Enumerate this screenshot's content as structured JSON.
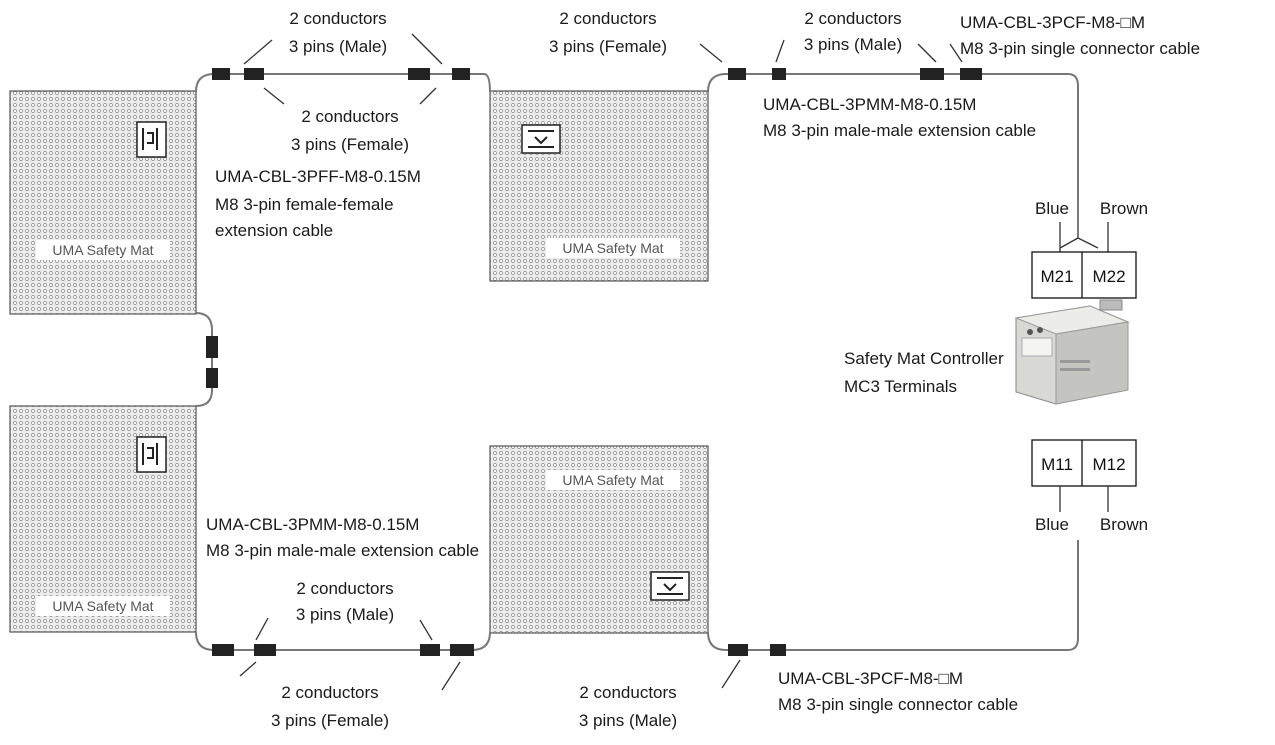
{
  "mats": {
    "top_left": "UMA Safety Mat",
    "top_middle": "UMA Safety Mat",
    "bottom_left": "UMA Safety Mat",
    "bottom_middle": "UMA Safety Mat"
  },
  "labels": {
    "top_cond_1": [
      "2 conductors",
      "3 pins (Male)"
    ],
    "top_cond_2": [
      "2 conductors",
      "3 pins (Female)"
    ],
    "top_cond_3": [
      "2 conductors",
      "3 pins (Female)"
    ],
    "top_cond_4": [
      "2 conductors",
      "3 pins (Male)"
    ],
    "ff_cable": [
      "UMA-CBL-3PFF-M8-0.15M",
      "M8 3-pin female-female",
      "extension cable"
    ],
    "mm_cable_top": [
      "UMA-CBL-3PMM-M8-0.15M",
      "M8 3-pin male-male extension cable"
    ],
    "single_top": [
      "UMA-CBL-3PCF-M8-□M",
      "M8 3-pin single connector cable"
    ],
    "mm_cable_bottom": [
      "UMA-CBL-3PMM-M8-0.15M",
      "M8 3-pin male-male extension cable"
    ],
    "bottom_cond_male_mid": [
      "2 conductors",
      "3 pins (Male)"
    ],
    "bottom_cond_female": [
      "2 conductors",
      "3 pins (Female)"
    ],
    "bottom_cond_male": [
      "2 conductors",
      "3 pins (Male)"
    ],
    "single_bottom": [
      "UMA-CBL-3PCF-M8-□M",
      "M8 3-pin single connector cable"
    ]
  },
  "controller": {
    "name": "Safety Mat Controller",
    "terminals_label": "MC3 Terminals",
    "top_wires": [
      "Blue",
      "Brown"
    ],
    "top_terminals": [
      "M21",
      "M22"
    ],
    "bottom_terminals": [
      "M11",
      "M12"
    ],
    "bottom_wires": [
      "Blue",
      "Brown"
    ]
  }
}
